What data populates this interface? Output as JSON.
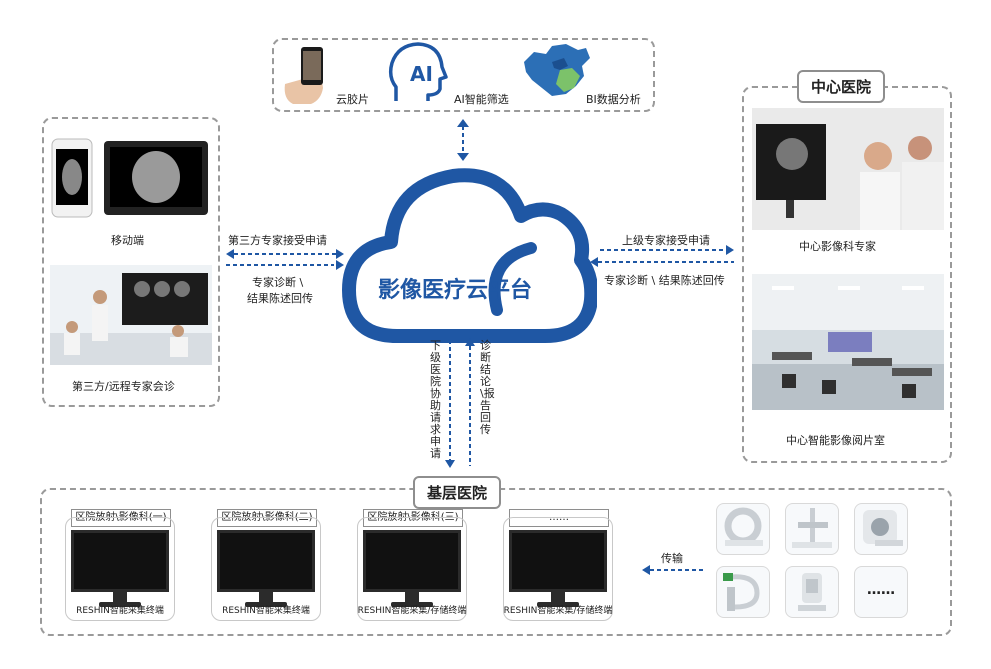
{
  "cloud": {
    "title": "影像医疗云平台"
  },
  "top": {
    "cloud_film": "云胶片",
    "ai_label": "AI智能筛选",
    "ai_glyph": "AI",
    "bi_label": "BI数据分析"
  },
  "left": {
    "mobile": "移动端",
    "remote": "第三方/远程专家会诊"
  },
  "right": {
    "title": "中心医院",
    "expert": "中心影像科专家",
    "reading_room": "中心智能影像阅片室"
  },
  "bottom": {
    "title": "基层医院",
    "departments": [
      "区院放射\\影像科(一)",
      "区院放射\\影像科(二)",
      "区院放射\\影像科(三)",
      "……"
    ],
    "terminals": [
      "RESHIN智能采集终端",
      "RESHIN智能采集终端",
      "RESHIN智能采集/存储终端",
      "RESHIN智能采集/存储终端"
    ],
    "transfer": "传输",
    "more": "……"
  },
  "flows": {
    "left_top": "第三方专家接受申请",
    "left_bottom_1": "专家诊断 \\",
    "left_bottom_2": "结果陈述回传",
    "right_top": "上级专家接受申请",
    "right_bottom": "专家诊断 \\ 结果陈述回传",
    "down_left": "下级医院协助请求申请",
    "up_right": "诊断结论\\报告回传"
  },
  "colors": {
    "brand_blue": "#1f57a4",
    "dash_grey": "#9a9a9a",
    "china_blue": "#2c6fb6",
    "china_green": "#7cc26a"
  }
}
